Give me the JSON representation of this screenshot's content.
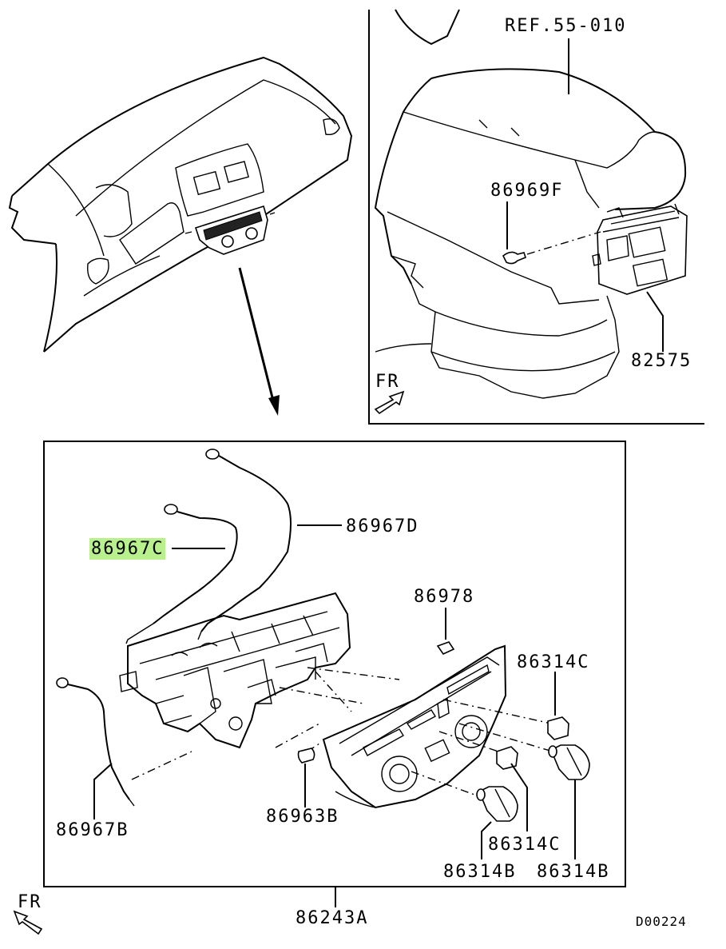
{
  "diagram": {
    "ref_label": "REF.55-010",
    "drawing_code": "D00224",
    "direction_label_top": "FR",
    "direction_label_bottom": "FR",
    "parts": {
      "p86969F": "86969F",
      "p82575": "82575",
      "p86967D": "86967D",
      "p86967C": "86967C",
      "p86978": "86978",
      "p86314C_top": "86314C",
      "p86314C_bottom": "86314C",
      "p86314B_left": "86314B",
      "p86314B_right": "86314B",
      "p86963B": "86963B",
      "p86967B": "86967B",
      "p86243A": "86243A"
    },
    "highlight_color": "#b7f08c"
  }
}
